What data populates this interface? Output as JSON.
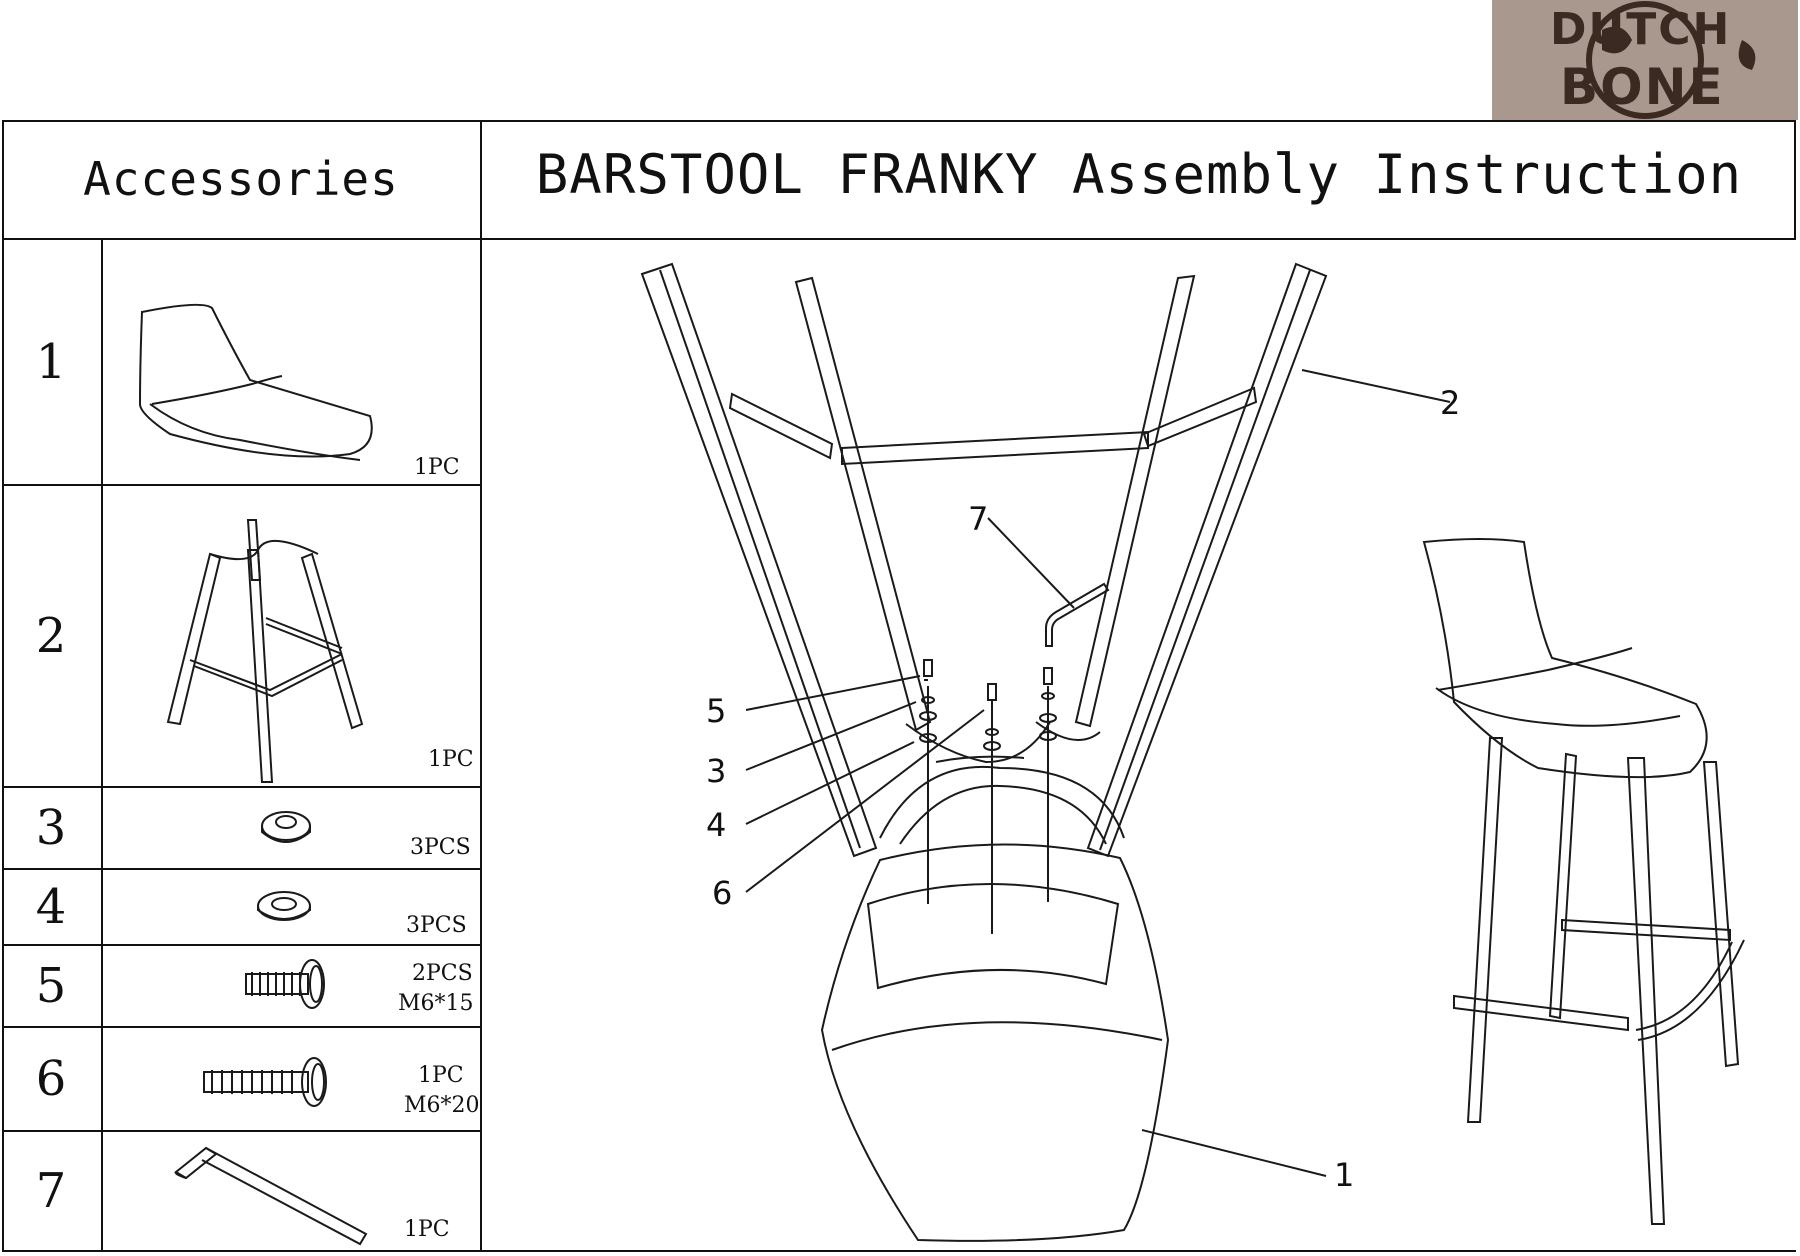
{
  "header": {
    "accessories_label": "Accessories",
    "title": "BARSTOOL FRANKY Assembly Instruction"
  },
  "logo": {
    "line1": "DUTCH",
    "line2": "BONE",
    "background": "#a9988e",
    "ink": "#3b2a22"
  },
  "accessories": [
    {
      "number": "1",
      "qty": "1PC",
      "spec": "",
      "icon": "seat-shell-icon"
    },
    {
      "number": "2",
      "qty": "1PC",
      "spec": "",
      "icon": "leg-frame-icon"
    },
    {
      "number": "3",
      "qty": "3PCS",
      "spec": "",
      "icon": "spring-washer-icon"
    },
    {
      "number": "4",
      "qty": "3PCS",
      "spec": "",
      "icon": "flat-washer-icon"
    },
    {
      "number": "5",
      "qty": "2PCS",
      "spec": "M6*15",
      "icon": "short-bolt-icon"
    },
    {
      "number": "6",
      "qty": "1PC",
      "spec": "M6*20",
      "icon": "long-bolt-icon"
    },
    {
      "number": "7",
      "qty": "1PC",
      "spec": "",
      "icon": "allen-key-icon"
    }
  ],
  "callouts": [
    "1",
    "2",
    "3",
    "4",
    "5",
    "6",
    "7"
  ]
}
